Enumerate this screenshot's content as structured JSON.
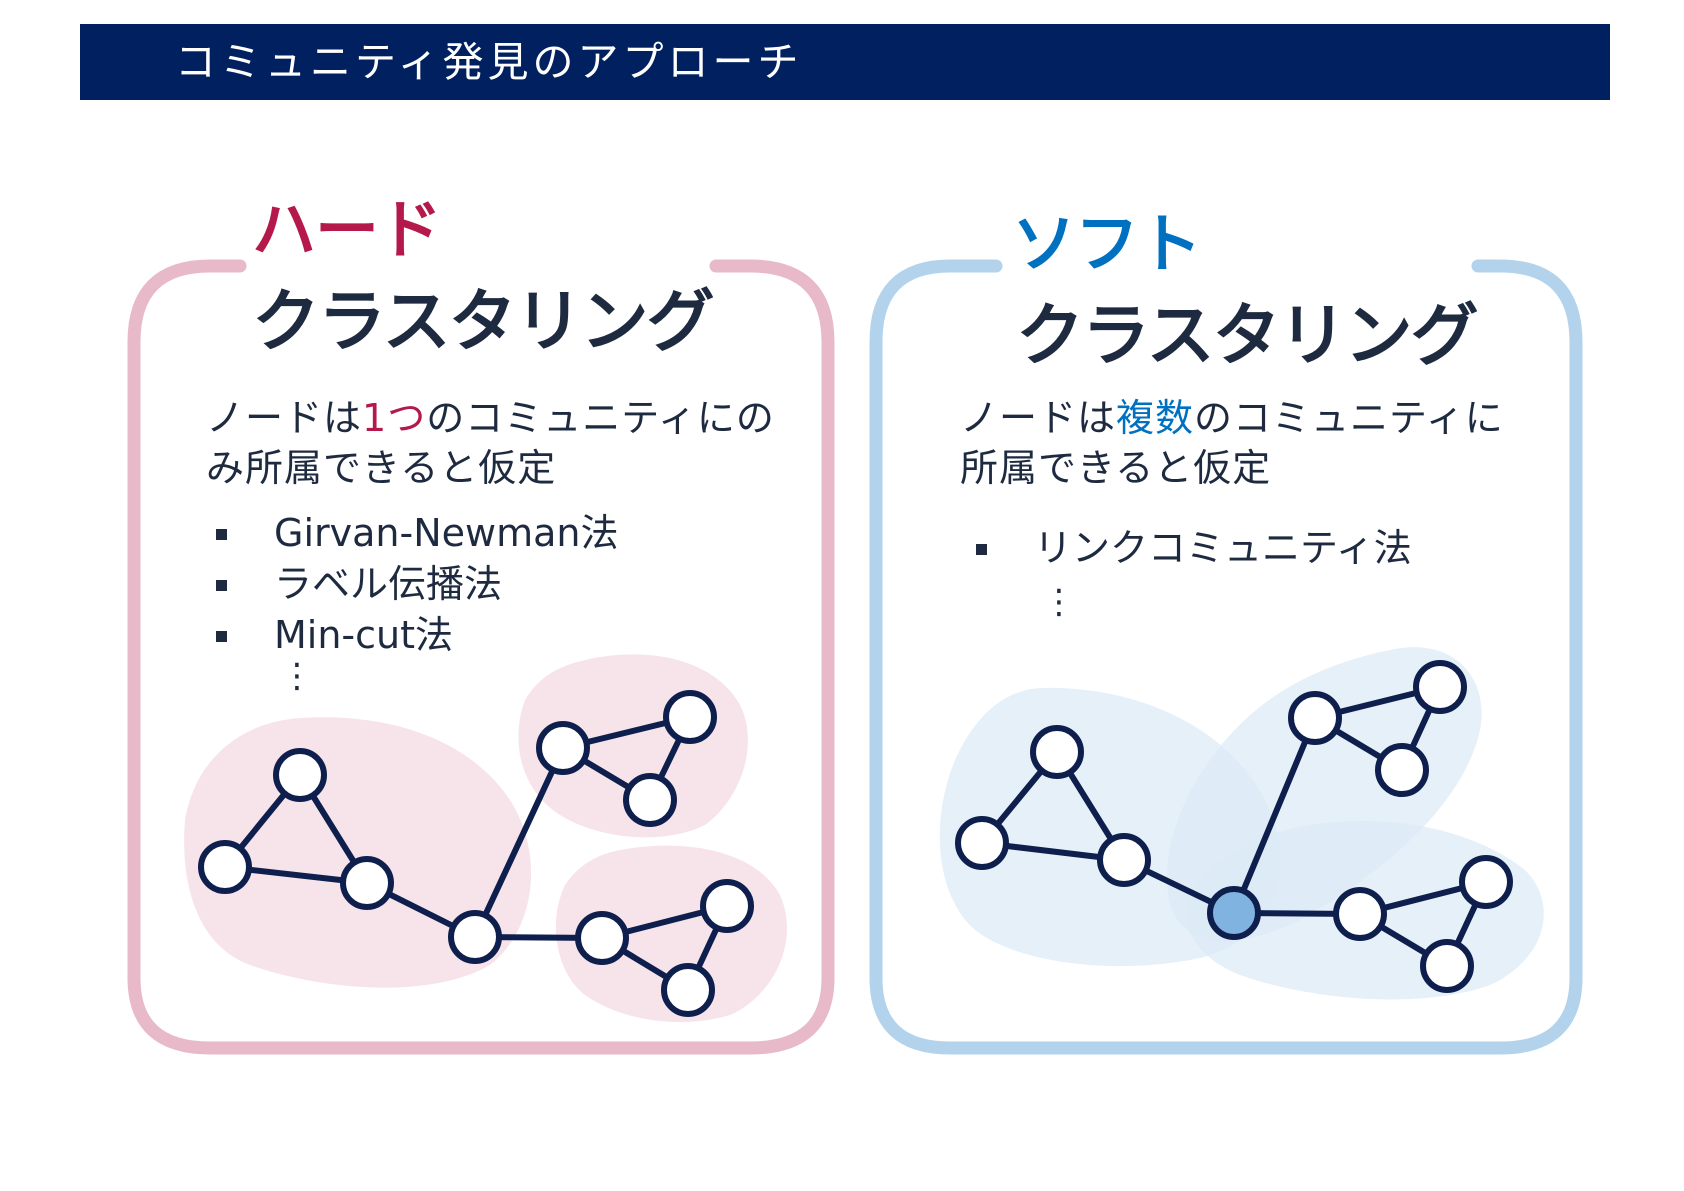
{
  "header": {
    "title": "コミュニティ発見のアプローチ"
  },
  "colors": {
    "header_bg": "#002060",
    "hard_accent": "#b5194b",
    "hard_frame": "#e8b9c8",
    "hard_blob": "#f7e4ea",
    "soft_accent": "#0070c0",
    "soft_frame": "#b3d3ec",
    "soft_blob": "#dceaf7",
    "node_stroke": "#0f1f4d",
    "overlap_node": "#80b3e0"
  },
  "hard": {
    "title_line1": "ハード",
    "title_line2": "クラスタリング",
    "desc_pre": "ノードは",
    "desc_em": "1つ",
    "desc_post": "のコミュニティにのみ所属できると仮定",
    "methods": [
      "Girvan-Newman法",
      "ラベル伝播法",
      "Min-cut法"
    ],
    "more": "⋮"
  },
  "soft": {
    "title_line1": "ソフト",
    "title_line2": "クラスタリング",
    "desc_pre": "ノードは",
    "desc_em": "複数",
    "desc_post": "のコミュニティに所属できると仮定",
    "methods": [
      "リンクコミュニティ法"
    ],
    "more": "⋮"
  }
}
